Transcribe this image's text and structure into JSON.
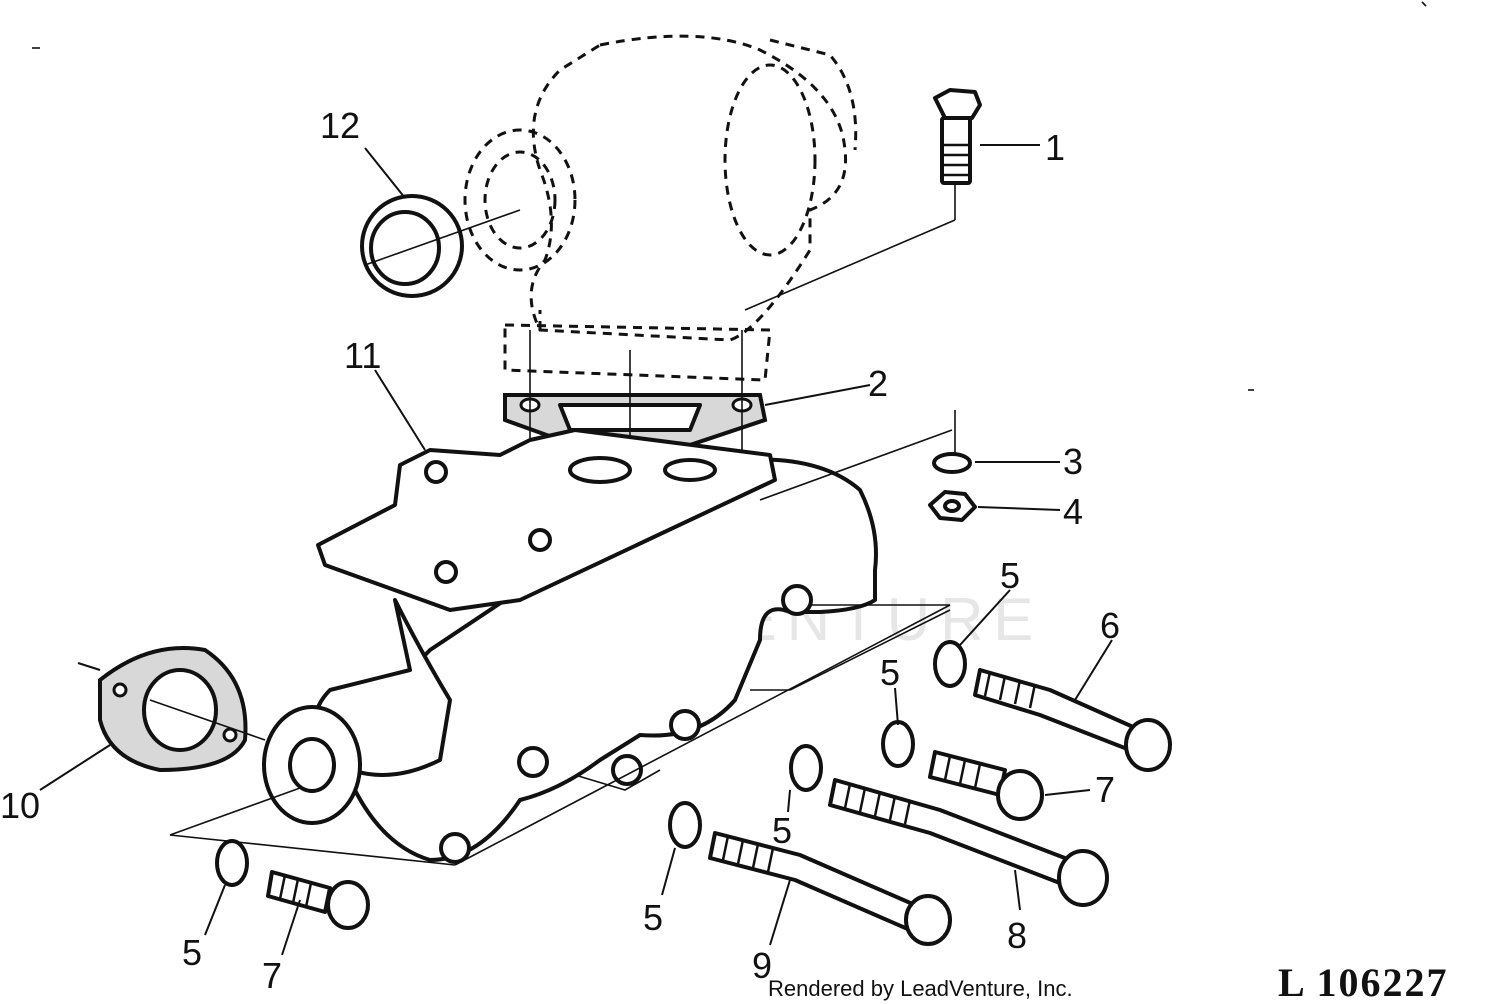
{
  "diagram": {
    "figure_id": "L 106227",
    "credit": "Rendered by LeadVenture, Inc.",
    "watermark": "LEADVENTURE",
    "callouts": [
      {
        "key": "c1",
        "text": "1"
      },
      {
        "key": "c2",
        "text": "2"
      },
      {
        "key": "c3",
        "text": "3"
      },
      {
        "key": "c4",
        "text": "4"
      },
      {
        "key": "c5a",
        "text": "5"
      },
      {
        "key": "c5b",
        "text": "5"
      },
      {
        "key": "c5c",
        "text": "5"
      },
      {
        "key": "c5d",
        "text": "5"
      },
      {
        "key": "c5e",
        "text": "5"
      },
      {
        "key": "c6",
        "text": "6"
      },
      {
        "key": "c7a",
        "text": "7"
      },
      {
        "key": "c7b",
        "text": "7"
      },
      {
        "key": "c8",
        "text": "8"
      },
      {
        "key": "c9",
        "text": "9"
      },
      {
        "key": "c10",
        "text": "10"
      },
      {
        "key": "c11",
        "text": "11"
      },
      {
        "key": "c12",
        "text": "12"
      }
    ]
  }
}
